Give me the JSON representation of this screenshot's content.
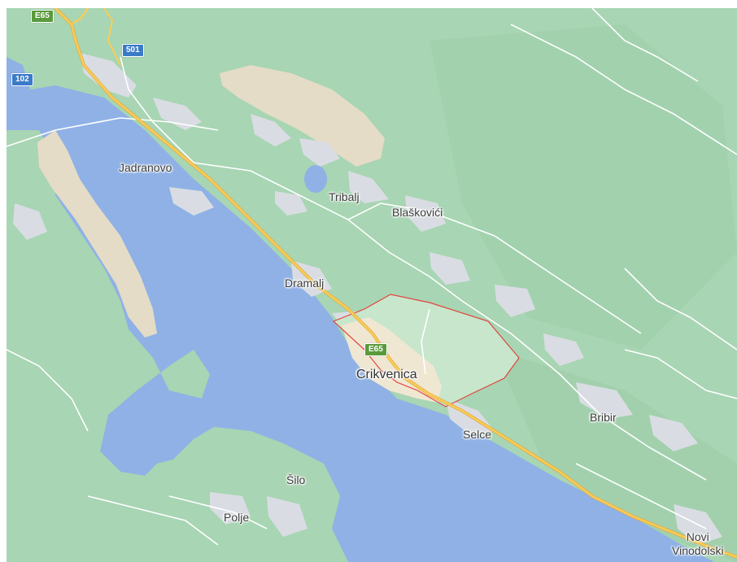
{
  "map": {
    "colors": {
      "land_forest": "#a8d5b3",
      "land_light": "#bfe0c4",
      "water": "#8fb1e6",
      "sand": "#e4dcc6",
      "urban": "#d9dde3",
      "road_major": "#f5bf44",
      "road_minor": "#ffffff",
      "boundary": "#e2433f",
      "shield_green": "#5a9a3b",
      "shield_blue": "#3a7ac9"
    },
    "places": {
      "jadranovo": "Jadranovo",
      "tribalj": "Tribalj",
      "blaskovici": "Blaškovići",
      "dramalj": "Dramalj",
      "crikvenica": "Crikvenica",
      "selce": "Selce",
      "bribir": "Bribir",
      "silo": "Šilo",
      "polje": "Polje",
      "novi_line1": "Novi",
      "novi_line2": "Vinodolski"
    },
    "road_shields": {
      "e65_top": "E65",
      "r501": "501",
      "r102": "102",
      "e65_mid": "E65"
    },
    "highlighted_area": "Crikvenica"
  }
}
